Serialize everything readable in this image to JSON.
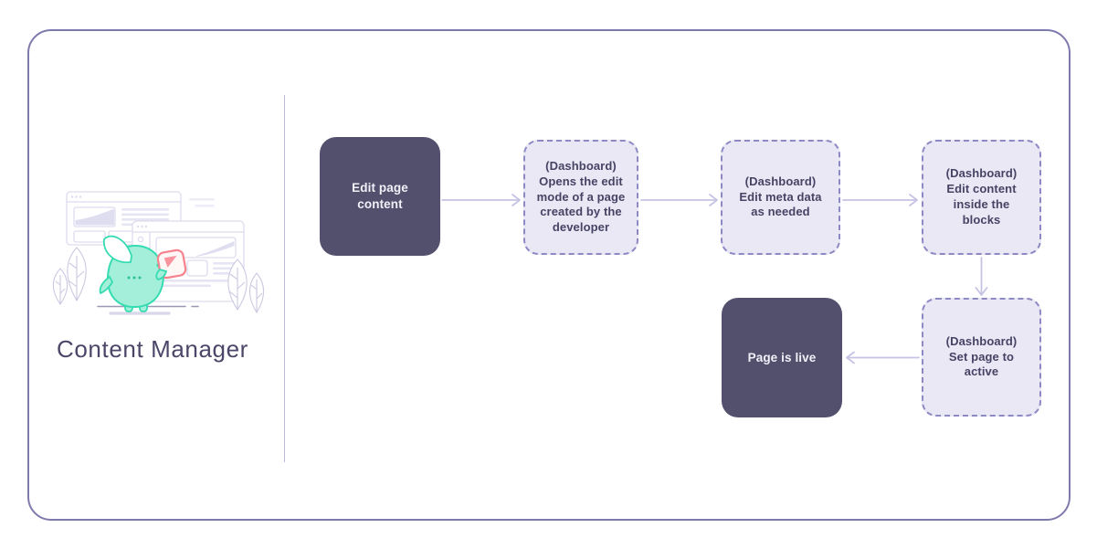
{
  "left_panel": {
    "title": "Content Manager",
    "illustration": {
      "description": "teal mascot holding a card in front of two browser window wireframes with plant leaves",
      "parts": [
        "browser-window-back",
        "browser-window-front",
        "plant-leaves-left",
        "plant-leaves-right",
        "mascot-character",
        "held-card",
        "ground-lines"
      ]
    }
  },
  "flow": {
    "nodes": [
      {
        "id": "edit-page-content",
        "type": "solid",
        "label": "Edit page\ncontent"
      },
      {
        "id": "open-edit-mode",
        "type": "dashed",
        "label": "(Dashboard)\nOpens the edit\nmode of a page\ncreated by the\ndeveloper"
      },
      {
        "id": "edit-meta-data",
        "type": "dashed",
        "label": "(Dashboard)\nEdit meta data\nas needed"
      },
      {
        "id": "edit-content-blocks",
        "type": "dashed",
        "label": "(Dashboard)\nEdit content\ninside the\nblocks"
      },
      {
        "id": "set-page-active",
        "type": "dashed",
        "label": "(Dashboard)\nSet page to\nactive"
      },
      {
        "id": "page-is-live",
        "type": "solid",
        "label": "Page is live"
      }
    ],
    "edges": [
      {
        "from": "edit-page-content",
        "to": "open-edit-mode"
      },
      {
        "from": "open-edit-mode",
        "to": "edit-meta-data"
      },
      {
        "from": "edit-meta-data",
        "to": "edit-content-blocks"
      },
      {
        "from": "edit-content-blocks",
        "to": "set-page-active"
      },
      {
        "from": "set-page-active",
        "to": "page-is-live"
      }
    ]
  },
  "colors": {
    "frame_border": "#7F7AAD",
    "divider": "#BDB9DE",
    "node_solid_bg": "#53506E",
    "node_solid_text": "#F1F0F7",
    "node_dashed_bg": "#E9E8F4",
    "node_dashed_border": "#8D89C4",
    "node_dashed_text": "#474365",
    "arrow": "#C6C3E5",
    "title_text": "#4B4769",
    "wireframe_line": "#DDDCEE",
    "mascot_fill": "#A4EFD9",
    "mascot_stroke": "#35DCB1",
    "card_stroke": "#F5828D",
    "card_triangle": "#F9939C"
  }
}
